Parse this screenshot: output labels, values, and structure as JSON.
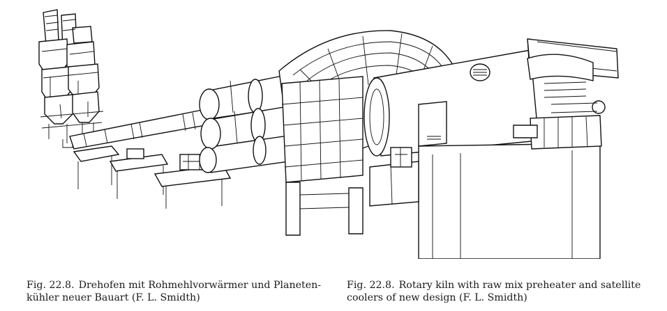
{
  "captions": {
    "german": {
      "fig_no": "Fig. 22.8.",
      "line1": "Drehofen mit Rohmehlvorwärmer und Planeten-",
      "line2": "kühler neuer Bauart (F. L. Smidth)"
    },
    "english": {
      "fig_no": "Fig. 22.8.",
      "line1": "Rotary kiln with raw mix preheater and satellite",
      "line2": "coolers of new design (F. L. Smidth)"
    }
  }
}
